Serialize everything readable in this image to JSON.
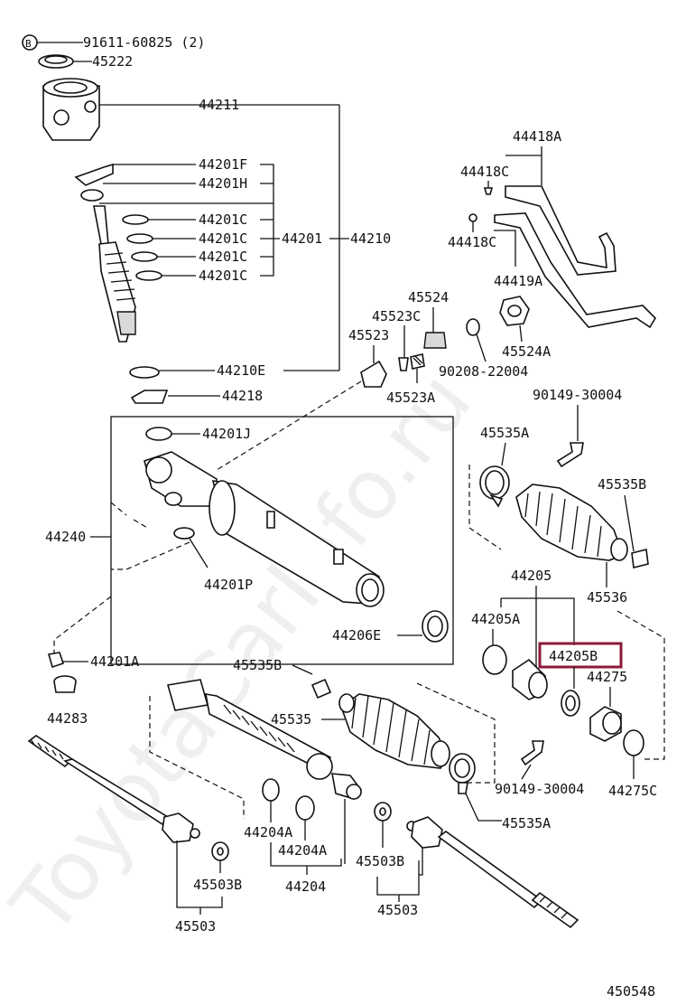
{
  "diagram": {
    "watermark": "ToyotaCarInfo.ru",
    "figure_number": "450548",
    "highlight_color": "#8b1a3a",
    "highlighted_part": "44205B",
    "labels": {
      "p91611": "91611-60825 (2)",
      "b_symbol": "B",
      "p45222": "45222",
      "p44211": "44211",
      "p44201F": "44201F",
      "p44201H": "44201H",
      "p44201C_1": "44201C",
      "p44201C_2": "44201C",
      "p44201C_3": "44201C",
      "p44201C_4": "44201C",
      "p44201": "44201",
      "p44210": "44210",
      "p44210E": "44210E",
      "p44218": "44218",
      "p44418A": "44418A",
      "p44418C_1": "44418C",
      "p44418C_2": "44418C",
      "p44419A": "44419A",
      "p45524": "45524",
      "p45523C": "45523C",
      "p45523": "45523",
      "p45524A": "45524A",
      "p90208": "90208-22004",
      "p45523A": "45523A",
      "p90149_1": "90149-30004",
      "p44201J": "44201J",
      "p45535A_1": "45535A",
      "p45535B_1": "45535B",
      "p44240": "44240",
      "p44201P": "44201P",
      "p45536": "45536",
      "p44205": "44205",
      "p44205A": "44205A",
      "p44205B": "44205B",
      "p44275": "44275",
      "p44206E": "44206E",
      "p44201A": "44201A",
      "p45535B_2": "45535B",
      "p44283": "44283",
      "p45535": "45535",
      "p90149_2": "90149-30004",
      "p44275C": "44275C",
      "p45535A_2": "45535A",
      "p44204A_1": "44204A",
      "p44204A_2": "44204A",
      "p44204": "44204",
      "p45503B_1": "45503B",
      "p45503B_2": "45503B",
      "p45503_1": "45503",
      "p45503_2": "45503"
    }
  }
}
